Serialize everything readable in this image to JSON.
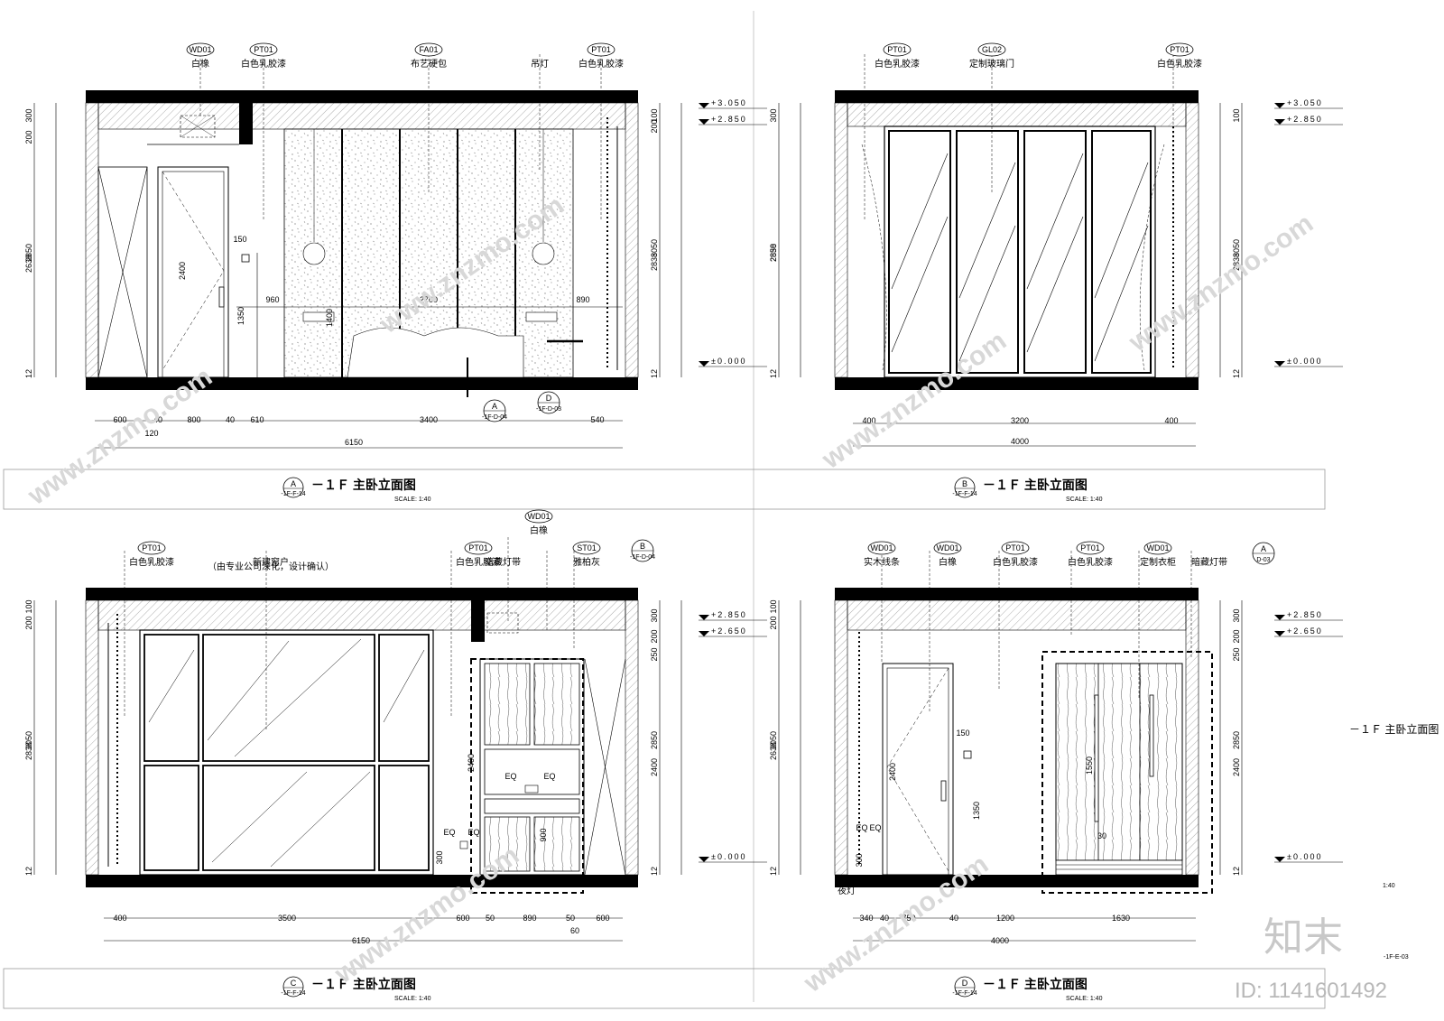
{
  "panels": [
    {
      "id": "A",
      "tags": [
        {
          "code": "WD01",
          "text": "白橡"
        },
        {
          "code": "PT01",
          "text": "白色乳胶漆"
        },
        {
          "code": "FA01",
          "text": "布艺硬包"
        },
        {
          "code": "",
          "text": "吊灯"
        },
        {
          "code": "PT01",
          "text": "白色乳胶漆"
        }
      ],
      "levels": [
        "+3.050",
        "+2.850",
        "±0.000"
      ],
      "left_dims": [
        "300",
        "200",
        "2850",
        "2638",
        "12"
      ],
      "right_dims": [
        "100",
        "200",
        "2838",
        "3050",
        "12"
      ],
      "inner_dims": [
        "150",
        "2400",
        "1350",
        "1400",
        "960",
        "2700",
        "890"
      ],
      "bottom_dims": [
        "600",
        "40",
        "800",
        "40",
        "610",
        "3400",
        "540"
      ],
      "bottom_sub": "120",
      "total": "6150",
      "callouts": [
        {
          "letter": "A",
          "ref": "-1F-D-04"
        },
        {
          "letter": "D",
          "ref": "-1F-D-03"
        }
      ],
      "title_badge": "A",
      "title_ref": "-1F-F-14",
      "title": "－１Ｆ 主卧立面图",
      "scale": "SCALE: 1:40"
    },
    {
      "id": "B",
      "tags": [
        {
          "code": "PT01",
          "text": "白色乳胶漆"
        },
        {
          "code": "GL02",
          "text": "定制玻璃门"
        },
        {
          "code": "PT01",
          "text": "白色乳胶漆"
        }
      ],
      "levels": [
        "+3.050",
        "+2.850",
        "±0.000"
      ],
      "left_dims": [
        "300",
        "2850",
        "2838",
        "12"
      ],
      "right_dims": [
        "100",
        "2838",
        "3050",
        "12"
      ],
      "bottom_dims": [
        "400",
        "3200",
        "400"
      ],
      "total": "4000",
      "title_badge": "B",
      "title_ref": "-1F-F-14",
      "title": "－１Ｆ 主卧立面图",
      "scale": "SCALE: 1:40"
    },
    {
      "id": "C",
      "tags": [
        {
          "code": "PT01",
          "text": "白色乳胶漆"
        },
        {
          "code": "",
          "text": "新建窗户"
        },
        {
          "code": "PT01",
          "text": "白色乳胶漆"
        },
        {
          "code": "WD01",
          "text": "白橡"
        },
        {
          "code": "",
          "text": "暗藏灯带"
        },
        {
          "code": "ST01",
          "text": "雅柏灰"
        }
      ],
      "window_note": "（由专业公司深化，设计确认）",
      "callout": {
        "letter": "B",
        "ref": "-1F-D-04"
      },
      "levels": [
        "+2.850",
        "+2.650",
        "±0.000"
      ],
      "left_dims": [
        "100",
        "200",
        "3050",
        "2838",
        "12"
      ],
      "right_dims": [
        "300",
        "200",
        "250",
        "2400",
        "2850",
        "12"
      ],
      "inner_dims": [
        "2400",
        "EQ",
        "EQ",
        "EQ",
        "EQ",
        "300",
        "900"
      ],
      "bottom_dims": [
        "400",
        "3500",
        "600",
        "50",
        "890",
        "50",
        "600"
      ],
      "bottom_sub": "60",
      "total": "6150",
      "title_badge": "C",
      "title_ref": "-1F-F-14",
      "title": "－１Ｆ 主卧立面图",
      "scale": "SCALE: 1:40"
    },
    {
      "id": "D",
      "tags": [
        {
          "code": "WD01",
          "text": "实木线条"
        },
        {
          "code": "WD01",
          "text": "白橡"
        },
        {
          "code": "PT01",
          "text": "白色乳胶漆"
        },
        {
          "code": "PT01",
          "text": "白色乳胶漆"
        },
        {
          "code": "WD01",
          "text": "定制衣柜"
        },
        {
          "code": "",
          "text": "暗藏灯带"
        }
      ],
      "callout": {
        "letter": "A",
        "ref": "D-03"
      },
      "night_light": "夜灯",
      "levels": [
        "+2.850",
        "+2.650",
        "±0.000"
      ],
      "left_dims": [
        "100",
        "200",
        "3050",
        "2638",
        "12"
      ],
      "right_dims": [
        "300",
        "200",
        "250",
        "2400",
        "2850",
        "12"
      ],
      "inner_dims": [
        "150",
        "2400",
        "1350",
        "1550",
        "EQ",
        "EQ",
        "300",
        "30"
      ],
      "bottom_dims": [
        "340",
        "40",
        "750",
        "40",
        "1200",
        "1630"
      ],
      "total": "4000",
      "title_badge": "D",
      "title_ref": "-1F-F-14",
      "title": "－１Ｆ 主卧立面图",
      "scale": "SCALE: 1:40"
    }
  ],
  "side_note": "－１Ｆ 主卧立面图",
  "side_scale": "1:40",
  "side_ref": "-1F-E-03",
  "watermark": {
    "site": "www.znzmo.com",
    "brand": "知末",
    "id": "ID: 1141601492"
  }
}
